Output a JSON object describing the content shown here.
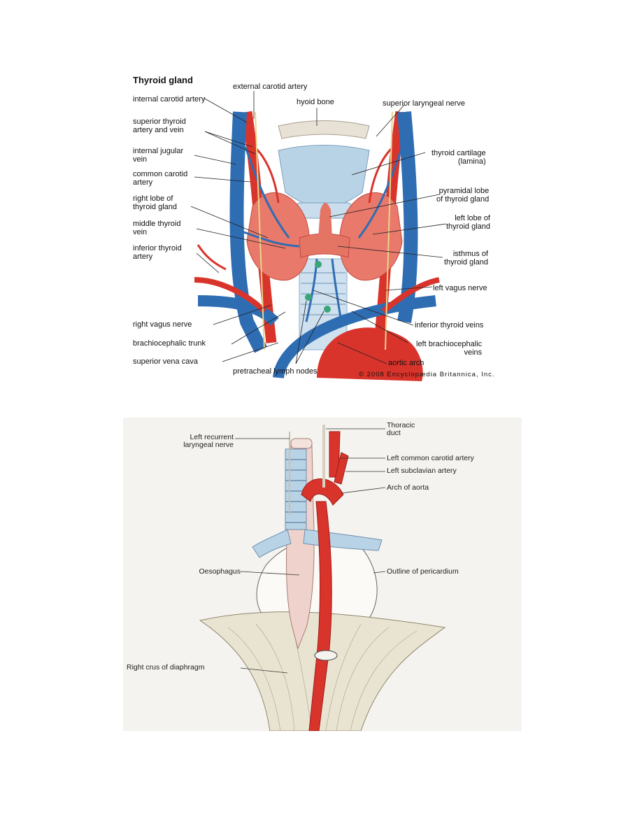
{
  "thyroid": {
    "title": "Thyroid gland",
    "labels": {
      "internal_carotid_artery": "internal carotid artery",
      "superior_thyroid": "superior thyroid\nartery and vein",
      "internal_jugular_vein": "internal jugular\nvein",
      "common_carotid_artery": "common carotid\nartery",
      "right_lobe": "right lobe of\nthyroid gland",
      "middle_thyroid_vein": "middle thyroid\nvein",
      "inferior_thyroid_artery": "inferior thyroid\nartery",
      "right_vagus_nerve": "right vagus nerve",
      "brachiocephalic_trunk": "brachiocephalic trunk",
      "superior_vena_cava": "superior vena cava",
      "external_carotid_artery": "external carotid artery",
      "hyoid_bone": "hyoid bone",
      "superior_laryngeal_nerve": "superior laryngeal nerve",
      "thyroid_cartilage": "thyroid cartilage\n(lamina)",
      "pyramidal_lobe": "pyramidal lobe\nof thyroid gland",
      "left_lobe": "left lobe of\nthyroid gland",
      "isthmus": "isthmus of\nthyroid gland",
      "left_vagus_nerve": "left vagus nerve",
      "inferior_thyroid_veins": "inferior thyroid veins",
      "left_brachiocephalic_veins": "left brachiocephalic\nveins",
      "aortic_arch": "aortic arch",
      "pretracheal_lymph_nodes": "pretracheal lymph nodes"
    },
    "copyright": "© 2008 Encyclopædia Britannica, Inc."
  },
  "esophagus": {
    "labels": {
      "left_recurrent_laryngeal_nerve": "Left recurrent\nlaryngeal nerve",
      "thoracic_duct": "Thoracic\nduct",
      "left_common_carotid_artery": "Left common carotid artery",
      "left_subclavian_artery": "Left subclavian artery",
      "arch_of_aorta": "Arch of aorta",
      "oesophagus": "Oesophagus",
      "outline_of_pericardium": "Outline of pericardium",
      "right_crus_of_diaphragm": "Right crus of diaphragm"
    }
  },
  "colors": {
    "artery": "#d9342b",
    "vein": "#2f6db3",
    "thyroid_tissue": "#e8796b",
    "cartilage": "#b9d3e6",
    "nerve": "#e8d48a",
    "esophagus": "#f0d2cc",
    "diaphragm": "#e9e4d2"
  }
}
